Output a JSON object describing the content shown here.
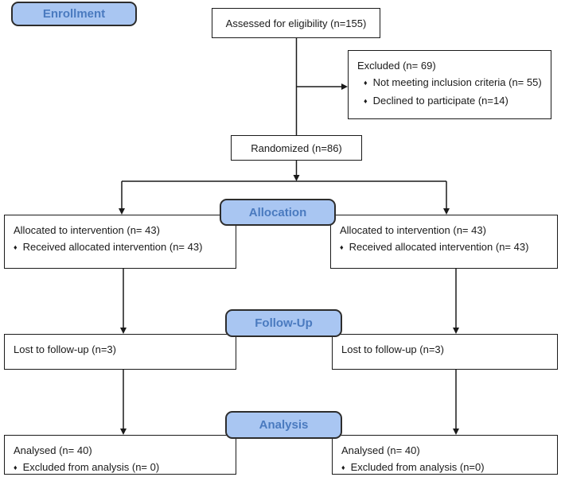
{
  "stages": {
    "enrollment": "Enrollment",
    "allocation": "Allocation",
    "followup": "Follow-Up",
    "analysis": "Analysis"
  },
  "bullet_char": "♦",
  "boxes": {
    "assessed": {
      "title": "Assessed for eligibility (n=155)"
    },
    "excluded": {
      "title": "Excluded (n= 69)",
      "bullets": [
        "Not meeting inclusion criteria (n= 55)",
        "Declined to participate (n=14)"
      ]
    },
    "randomized": {
      "title": "Randomized (n=86)"
    },
    "alloc_left": {
      "title": "Allocated to intervention (n= 43)",
      "bullets": [
        "Received allocated intervention (n= 43)"
      ]
    },
    "alloc_right": {
      "title": "Allocated to intervention (n= 43)",
      "bullets": [
        "Received allocated intervention (n= 43)"
      ]
    },
    "followup_left": {
      "title": "Lost to follow-up (n=3)"
    },
    "followup_right": {
      "title": "Lost to follow-up (n=3)"
    },
    "analysis_left": {
      "title": "Analysed (n= 40)",
      "bullets": [
        "Excluded from analysis (n= 0)"
      ]
    },
    "analysis_right": {
      "title": "Analysed (n= 40)",
      "bullets": [
        "Excluded from analysis (n=0)"
      ]
    }
  },
  "colors": {
    "badge_fill": "#a9c6f2",
    "badge_text": "#4a7abf",
    "badge_border": "#2d2d2d",
    "box_border": "#1a1a1a",
    "background": "#ffffff"
  }
}
